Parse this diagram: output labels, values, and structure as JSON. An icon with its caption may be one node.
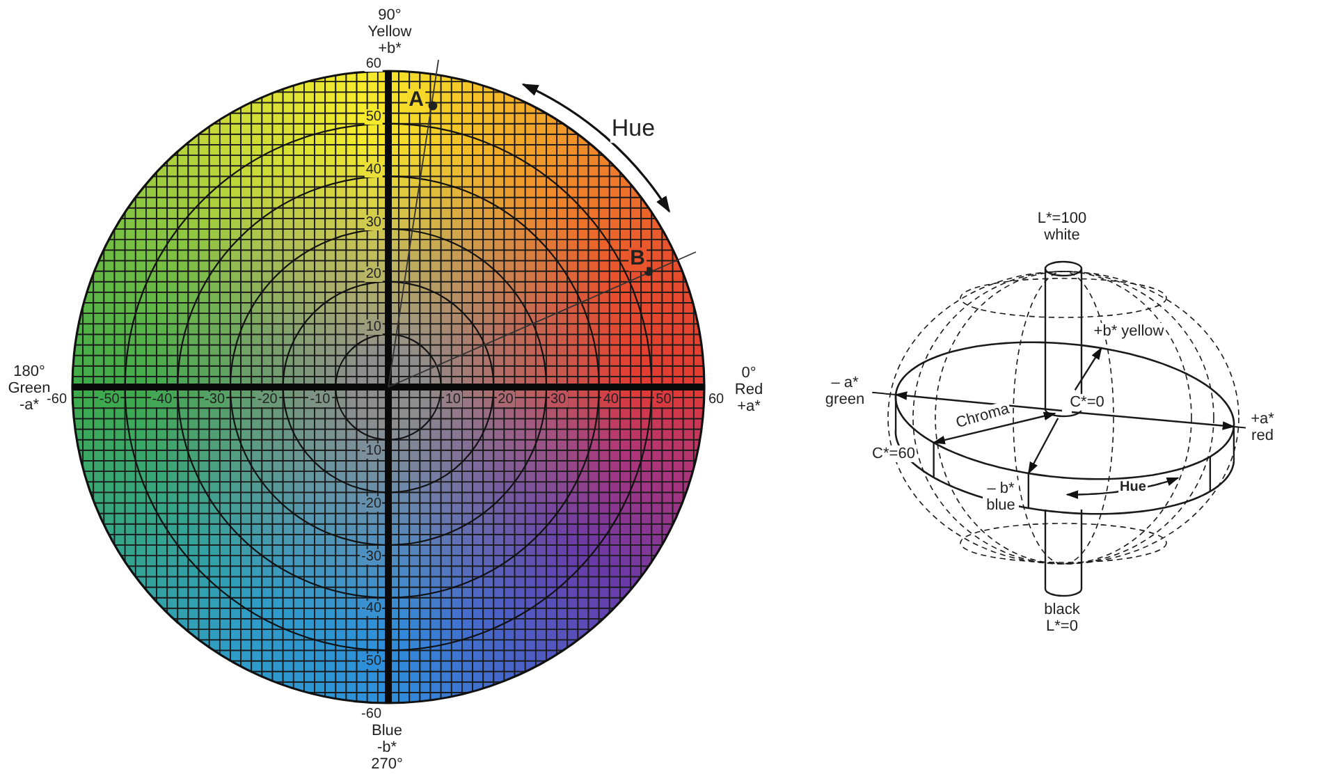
{
  "diagram": {
    "labels": [
      "90° Yellow +b*",
      "60",
      "A",
      "50",
      "Hue",
      "40",
      "30",
      "B",
      "20",
      "10",
      "180° Green -a*",
      "-60",
      "-50",
      "-40",
      "-30",
      "-20",
      "-10",
      "10",
      "20",
      "30",
      "40",
      "50",
      "60",
      "0° Red +a*",
      "-10",
      "-20",
      "-30",
      "-40",
      "-50",
      "-60",
      "Blue -b* 270°",
      "L*=100 white",
      "+b* yellow",
      "– a* green",
      "C*=0",
      "Chroma",
      "+a* red",
      "C*=60",
      "– b* blue",
      "Hue",
      "black L*=0"
    ]
  }
}
